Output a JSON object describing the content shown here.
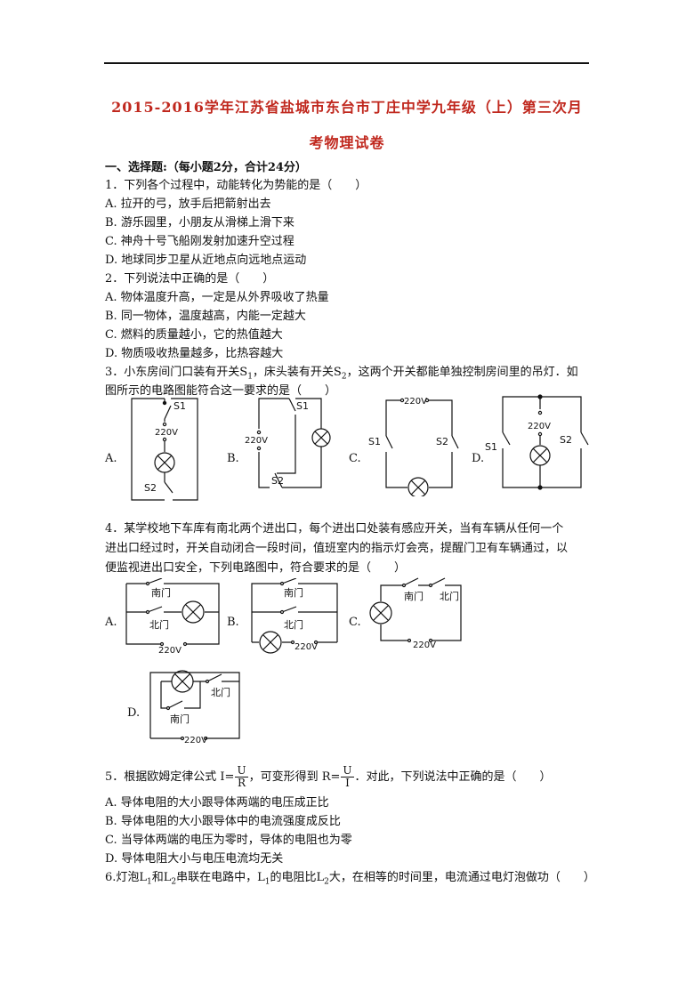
{
  "title": {
    "line1": "2015-2016学年江苏省盐城市东台市丁庄中学九年级（上）第三次月",
    "line2": "考物理试卷"
  },
  "section1": "一、选择题:（每小题2分，合计24分）",
  "q1": {
    "stem": "1．下列各个过程中，动能转化为势能的是（　　）",
    "options": [
      "A. 拉开的弓，放手后把箭射出去",
      "B. 游乐园里，小朋友从滑梯上滑下来",
      "C. 神舟十号飞船刚发射加速升空过程",
      "D. 地球同步卫星从近地点向远地点运动"
    ]
  },
  "q2": {
    "stem": "2．下列说法中正确的是（　　）",
    "options": [
      "A. 物体温度升高，一定是从外界吸收了热量",
      "B. 同一物体，温度越高，内能一定越大",
      "C. 燃料的质量越小，它的热值越大",
      "D. 物质吸收热量越多，比热容越大"
    ]
  },
  "q3": {
    "stem_a": "3．小东房间门口装有开关S",
    "stem_b": "，床头装有开关S",
    "stem_c": "，这两个开关都能单独控制房间里的吊灯．如",
    "sub1": "1",
    "sub2": "2",
    "stem2": "图所示的电路图能符合这一要求的是（　　）",
    "labels": {
      "a": "A.",
      "b": "B.",
      "c": "C.",
      "d": "D."
    },
    "s1": "S1",
    "s2": "S2",
    "voltage": "220V"
  },
  "q4": {
    "stem1": "4．某学校地下车库有南北两个进出口，每个进出口处装有感应开关，当有车辆从任何一个",
    "stem2": "进出口经过时，开关自动闭合一段时间，值班室内的指示灯会亮，提醒门卫有车辆通过，以",
    "stem3": "便监视进出口安全，下列电路图中，符合要求的是（　　）",
    "labels": {
      "a": "A.",
      "b": "B.",
      "c": "C.",
      "d": "D."
    },
    "south": "南门",
    "north": "北门",
    "voltage": "220V"
  },
  "q5": {
    "stem_a": "5．根据欧姆定律公式 I=",
    "stem_b": "，可变形得到 R=",
    "stem_c": "．对此，下列说法中正确的是（　　）",
    "f1_num": "U",
    "f1_den": "R",
    "f2_num": "U",
    "f2_den": "I",
    "options": [
      "A. 导体电阻的大小跟导体两端的电压成正比",
      "B. 导体电阻的大小跟导体中的电流强度成反比",
      "C. 当导体两端的电压为零时，导体的电阻也为零",
      "D. 导体电阻大小与电压电流均无关"
    ]
  },
  "q6": {
    "a": "6.灯泡L",
    "sub1": "1",
    "b": "和L",
    "sub2": "2",
    "c": "串联在电路中，L",
    "sub3": "1",
    "d": "的电阻比L",
    "sub4": "2",
    "e": "大，在相等的时间里，电流通过电灯泡做功（　　）"
  }
}
